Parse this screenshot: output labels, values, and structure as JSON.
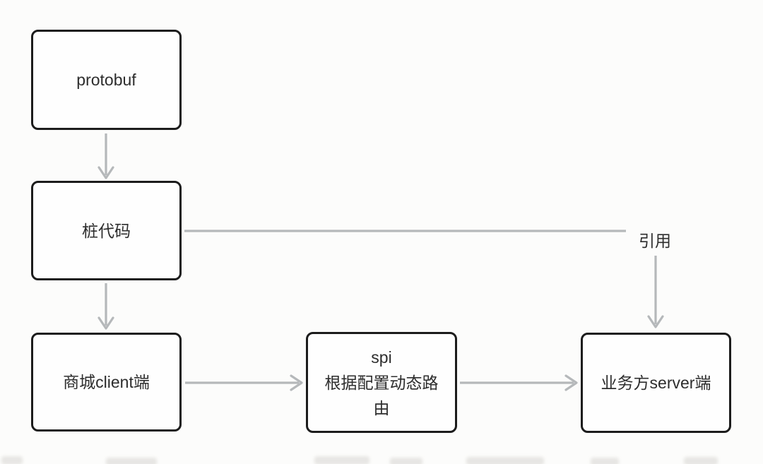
{
  "diagram": {
    "nodes": [
      {
        "id": "protobuf",
        "label": "protobuf"
      },
      {
        "id": "stub-code",
        "label": "桩代码"
      },
      {
        "id": "mall-client",
        "label": "商城client端"
      },
      {
        "id": "spi-router",
        "label": "spi 根据配置动态路由",
        "lines": [
          "spi",
          "根据配置动态路",
          "由"
        ]
      },
      {
        "id": "business-server",
        "label": "业务方server端"
      }
    ],
    "edges": [
      {
        "from": "protobuf",
        "to": "stub-code"
      },
      {
        "from": "stub-code",
        "to": "mall-client"
      },
      {
        "from": "mall-client",
        "to": "spi-router"
      },
      {
        "from": "spi-router",
        "to": "business-server"
      },
      {
        "from": "stub-code",
        "to": "business-server",
        "label": "引用"
      }
    ],
    "colors": {
      "box_border": "#1c1c1c",
      "box_fill": "#fefefe",
      "text": "#2d2d2d",
      "connector": "#b5b8ba",
      "background": "#fcfcfb"
    }
  }
}
